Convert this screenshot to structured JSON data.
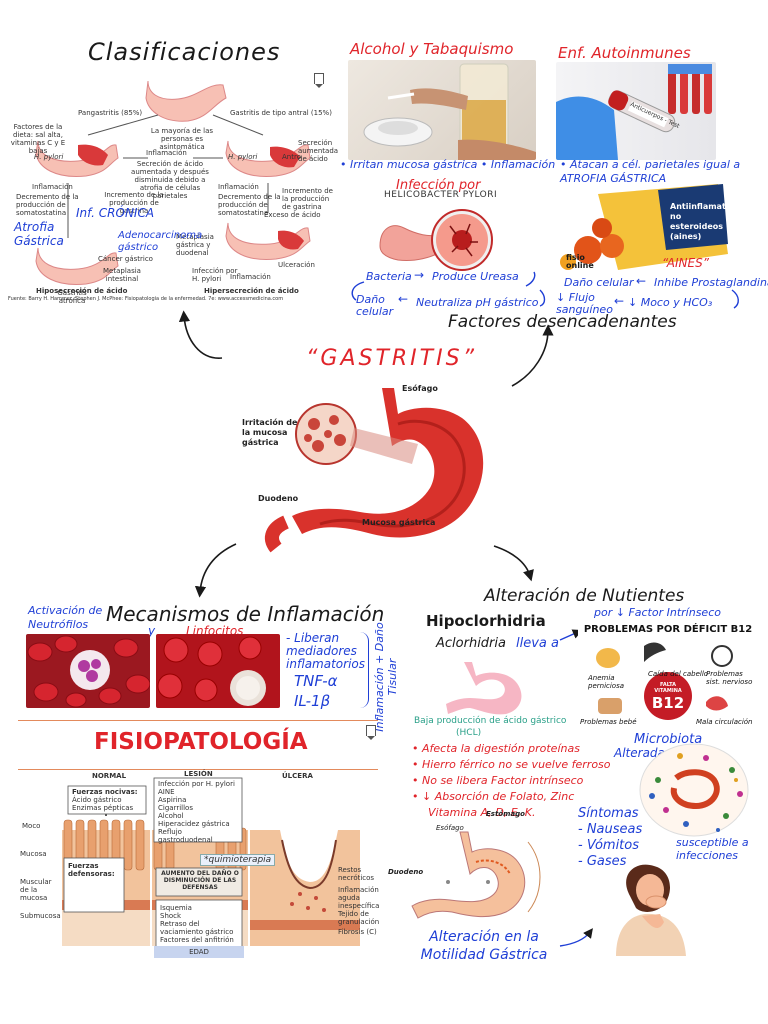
{
  "titles": {
    "clasificaciones": "Clasificaciones",
    "alcohol": "Alcohol y Tabaquismo",
    "autoinmunes": "Enf. Autoinmunes",
    "gastritis": "“GASTRITIS”",
    "factores": "Factores desencadenantes",
    "mecanismos": "Mecanismos de Inflamación",
    "alteracion": "Alteración de Nutientes",
    "fisiopatologia": "FISIOPATOLOGÍA"
  },
  "classif": {
    "pangastritis": "Pangastritis (85%)",
    "antral": "Gastritis de tipo antral (15%)",
    "mayoria": "La mayoría de las personas es asintomática",
    "left_factors": "Factores de la dieta: sal alta, vitaminas C y E bajas",
    "hpylori_left": "H. pylori",
    "hpylori_right": "H. pylori",
    "inflamacion_top": "Inflamación",
    "secrecion_acido": "Secreción de ácido aumentada y después disminuida debido a atrofia de células parietales",
    "inflamacion_right": "Inflamación",
    "secrecion_aum": "Secreción aumentada de ácido",
    "antro": "Antro",
    "decremento_left": "Decremento de la producción de somatostatina",
    "incremento_gast": "Incremento de la producción de gastrina",
    "inflamacion_left2": "Inflamación",
    "decremento_right": "Decremento de la producción de somatostatina",
    "incremento_right": "Incremento de la producción de gastrina",
    "inf_cronica": "Inf. CRÓNICA",
    "atrofia": "Atrofia Gástrica",
    "adenocarcinoma": "Adenocarcinoma gástrico",
    "cancer": "Cáncer gástrico",
    "metaplasia": "Metaplasia intestinal",
    "gastritis_atrofica": "Gastritis atrófica",
    "exceso_acido": "Exceso de ácido",
    "metaplasia_duodenal": "Metaplasia gástrica y duodenal",
    "ulceracion": "Ulceración",
    "infeccion_hp": "Infección por H. pylori",
    "inflamacion_bottom": "Inflamación",
    "hiposecrecion": "Hiposecreción de ácido",
    "hipersecrecion": "Hipersecreción de ácido",
    "fuente": "Fuente: Barry H. Hammer, Stephen J. McPhee: Fisiopatología de la enfermedad. 7e: www.accessmedicina.com"
  },
  "factors": {
    "irritan": "• Irritan mucosa gástrica • Inflamación",
    "atacan": "• Atacan a cél. parietales igual a ATROFIA GÁSTRICA",
    "infeccion_por": "Infección por",
    "helicobacter": "HELICOBACTER PYLORI",
    "antiinflamatorios": "Antiinflamatorios no esteroideos (aines)",
    "test_label": "Anticuerpos - Test",
    "fisio_online": "fisio online",
    "aines": "“AINES”",
    "bacteria": "Bacteria",
    "produce_ureasa": "Produce Ureasa",
    "dano_celular_left": "Daño celular",
    "neutraliza": "Neutraliza pH gástrico",
    "dano_celular_right": "Daño celular",
    "inhibe": "Inhibe Prostaglandina",
    "flujo": "↓ Flujo sanguíneo",
    "moco": "↓ Moco y HCO₃"
  },
  "stomach": {
    "esofago": "Esófago",
    "irritacion": "Irritación de la mucosa gástrica",
    "duodeno": "Duodeno",
    "mucosa": "Mucosa gástrica"
  },
  "inflamacion": {
    "activacion": "Activación de Neutrófilos",
    "y": "y",
    "linfocitos": "Linfocitos",
    "liberan": "- Liberan mediadores inflamatorios",
    "tnf": "TNF-α",
    "il": "IL-1β",
    "inflamacion_dano": "Inflamación + Daño Tisular"
  },
  "nutrientes": {
    "hipoclorhidria": "Hipoclorhidria",
    "aclorhidria": "Aclorhidria",
    "lleva_a": "lleva a",
    "factor_intrinseco": "por ↓ Factor Intrínseco",
    "problemas_b12": "PROBLEMAS POR DÉFICIT B12",
    "anemia": "Anemia perniciosa",
    "caida": "Caída del cabello",
    "problemas_sist": "Problemas sist. nervioso",
    "falta": "FALTA VITAMINA",
    "b12": "B12",
    "problemas_bebe": "Problemas bebé",
    "mala_circ": "Mala circulación",
    "baja_produccion": "Baja producción de ácido gástrico",
    "hcl": "(HCL)",
    "afecta": "• Afecta la digestión proteínas",
    "hierro": "• Hierro férrico no se vuelve ferroso",
    "no_libera": "• No se libera Factor intrínseco",
    "absorcion": "• ↓ Absorción de Folato, Zinc",
    "vitamina": "Vitamina A, D, E, K.",
    "microbiota": "Microbiota",
    "alterada": "Alterada",
    "sintomas": "Síntomas",
    "nauseas": "- Nauseas",
    "vomitos": "- Vómitos",
    "gases": "- Gases",
    "susceptible": "susceptible a infecciones",
    "motilidad": "Alteración en la Motilidad Gástrica",
    "estomago": "Estómago",
    "esofago2": "Esófago",
    "duodeno2": "Duodeno"
  },
  "fisio": {
    "normal": "NORMAL",
    "lesion": "LESIÓN",
    "ulcera": "ÚLCERA",
    "fuerzas_nocivas": "Fuerzas nocivas:",
    "acido": "Ácido gástrico",
    "enzimas": "Enzimas pépticas",
    "infeccion": "Infección por H. pylori",
    "aine": "AINE",
    "aspirina": "Aspirina",
    "cigarrillos": "Cigarrillos",
    "alcohol": "Alcohol",
    "hiperacidez": "Hiperacidez gástrica",
    "reflujo": "Reflujo gastroduodenal",
    "quimio": "*quimioterapia",
    "moco": "Moco",
    "mucosa": "Mucosa",
    "muscular": "Muscular de la mucosa",
    "submucosa": "Submucosa",
    "fuerzas_def": "Fuerzas defensoras:",
    "aumento": "AUMENTO DEL DAÑO O DISMINUCIÓN DE LAS DEFENSAS",
    "isquemia": "Isquemia",
    "shock": "Shock",
    "retraso": "Retraso del vaciamiento gástrico",
    "factores_host": "Factores del anfitrión",
    "restos": "Restos necróticos",
    "inflamacion_aguda": "Inflamación aguda inespecífica",
    "tejido": "Tejido de granulación",
    "fibrosis": "Fibrosis (C)",
    "edad": "EDAD"
  },
  "colors": {
    "red": "#e0242a",
    "blue": "#1f3fd6",
    "black": "#1a1a1a"
  }
}
